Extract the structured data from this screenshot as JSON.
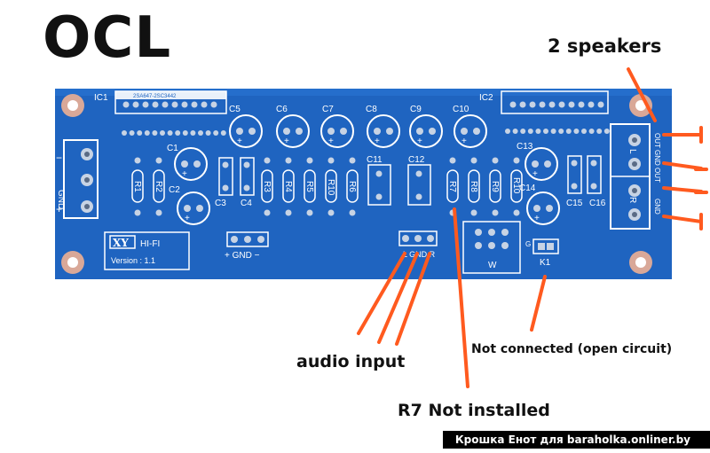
{
  "title": "OCL",
  "notes": {
    "speakers": "2 speakers",
    "audio_input": "audio input",
    "r7": "R7 Not installed",
    "not_connected": "Not connected (open circuit)"
  },
  "watermark": "Крошка Енот для baraholka.onliner.by",
  "board": {
    "ic1": "IC1",
    "ic1_part": "2SA647-2SC3442",
    "ic2": "IC2",
    "caps_top": [
      "C5",
      "C6",
      "C7",
      "C8",
      "C9",
      "C10"
    ],
    "c1": "C1",
    "c2": "C2",
    "c3": "C3",
    "c4": "C4",
    "c11": "C11",
    "c12": "C12",
    "c13": "C13",
    "c14": "C14",
    "c15": "C15",
    "c16": "C16",
    "resistors": [
      "R1",
      "R2",
      "R3",
      "R4",
      "R5",
      "R10",
      "R6",
      "R7",
      "R8",
      "R9",
      "R10"
    ],
    "gnd_left": "GND",
    "minus": "−",
    "plus": "+",
    "gnd_pins": "+ GND −",
    "input_pins": "L GND R",
    "w": "W",
    "k1": "K1",
    "g": "G",
    "logo": "XY",
    "hifi": "HI-FI",
    "version": "Version : 1.1",
    "out_labels": [
      "L",
      "R"
    ],
    "out_text": "OUT GND OUT",
    "out_text_2": "GND"
  },
  "colors": {
    "board": "#1f64c0",
    "silk": "#ffffff",
    "arrow": "#ff5a1f",
    "pad": "#c7d3e4"
  }
}
